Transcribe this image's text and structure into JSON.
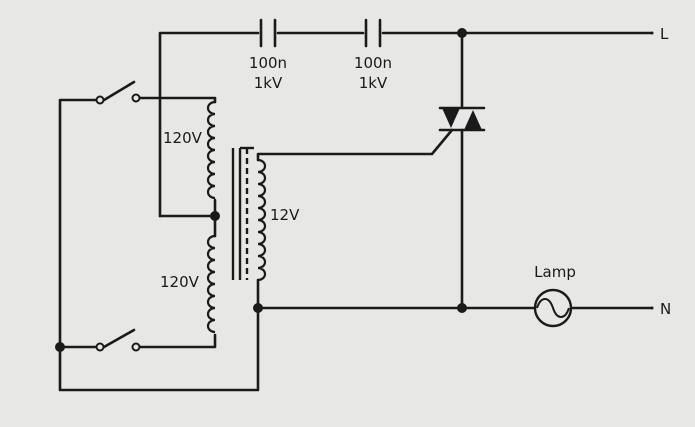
{
  "labels": {
    "c1_value": "100n",
    "c1_rating": "1kV",
    "c2_value": "100n",
    "c2_rating": "1kV",
    "primary_upper": "120V",
    "primary_lower": "120V",
    "secondary": "12V",
    "lamp": "Lamp",
    "live": "L",
    "neutral": "N"
  },
  "colors": {
    "ink": "#1a1a1a",
    "paper": "#e7e7e5"
  }
}
